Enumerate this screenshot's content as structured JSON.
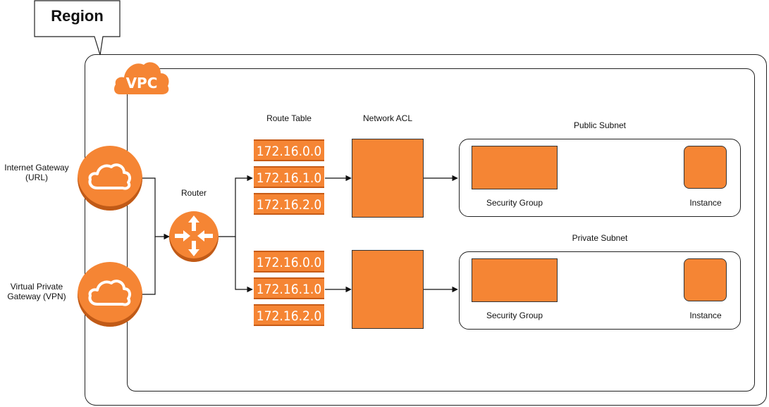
{
  "region": {
    "title": "Region"
  },
  "vpc": {
    "title": "VPC"
  },
  "gateways": {
    "internet_label": "Internet Gateway\n(URL)",
    "vpn_label": "Virtual Private\nGateway (VPN)"
  },
  "router": {
    "label": "Router"
  },
  "route_table": {
    "label": "Route Table",
    "public_routes": [
      "172.16.0.0",
      "172.16.1.0",
      "172.16.2.0"
    ],
    "private_routes": [
      "172.16.0.0",
      "172.16.1.0",
      "172.16.2.0"
    ]
  },
  "network_acl": {
    "label": "Network ACL"
  },
  "public_subnet": {
    "label": "Public Subnet",
    "security_group_label": "Security Group",
    "instance_label": "Instance"
  },
  "private_subnet": {
    "label": "Private Subnet",
    "security_group_label": "Security Group",
    "instance_label": "Instance"
  },
  "colors": {
    "accent": "#f58534",
    "accent_dark": "#c05a17",
    "line": "#222222"
  },
  "icons": [
    "cloud-icon",
    "router-arrows-icon",
    "vpc-cloud-icon"
  ]
}
